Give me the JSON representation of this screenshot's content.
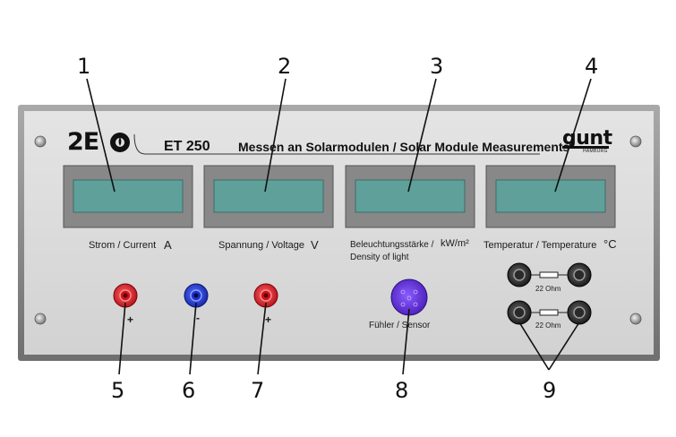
{
  "header": {
    "logo_text": "2E",
    "model": "ET 250",
    "title": "Messen an Solarmodulen / Solar Module Measurements",
    "brand": "gunt",
    "brand_sub": "HAMBURG"
  },
  "callouts": [
    "1",
    "2",
    "3",
    "4",
    "5",
    "6",
    "7",
    "8",
    "9"
  ],
  "displays": [
    {
      "label": "Strom / Current",
      "unit": "A"
    },
    {
      "label": "Spannung / Voltage",
      "unit": "V"
    },
    {
      "label_line1": "Beleuchtungsstärke /",
      "label_line2": "Density of light",
      "unit": "kW/m²"
    },
    {
      "label": "Temperatur / Temperature",
      "unit": "°C"
    }
  ],
  "jacks": {
    "plus1": "+",
    "minus": "-",
    "plus2": "+"
  },
  "sensor_label": "Fühler / Sensor",
  "resistors": [
    "22 Ohm",
    "22 Ohm"
  ],
  "colors": {
    "panel": "#d8d8d8",
    "frame": "#8a8a8a",
    "lcd": "#5fa09a",
    "jack_red": "#e0202a",
    "jack_blue": "#2438d8",
    "sensor": "#6a36e0"
  }
}
